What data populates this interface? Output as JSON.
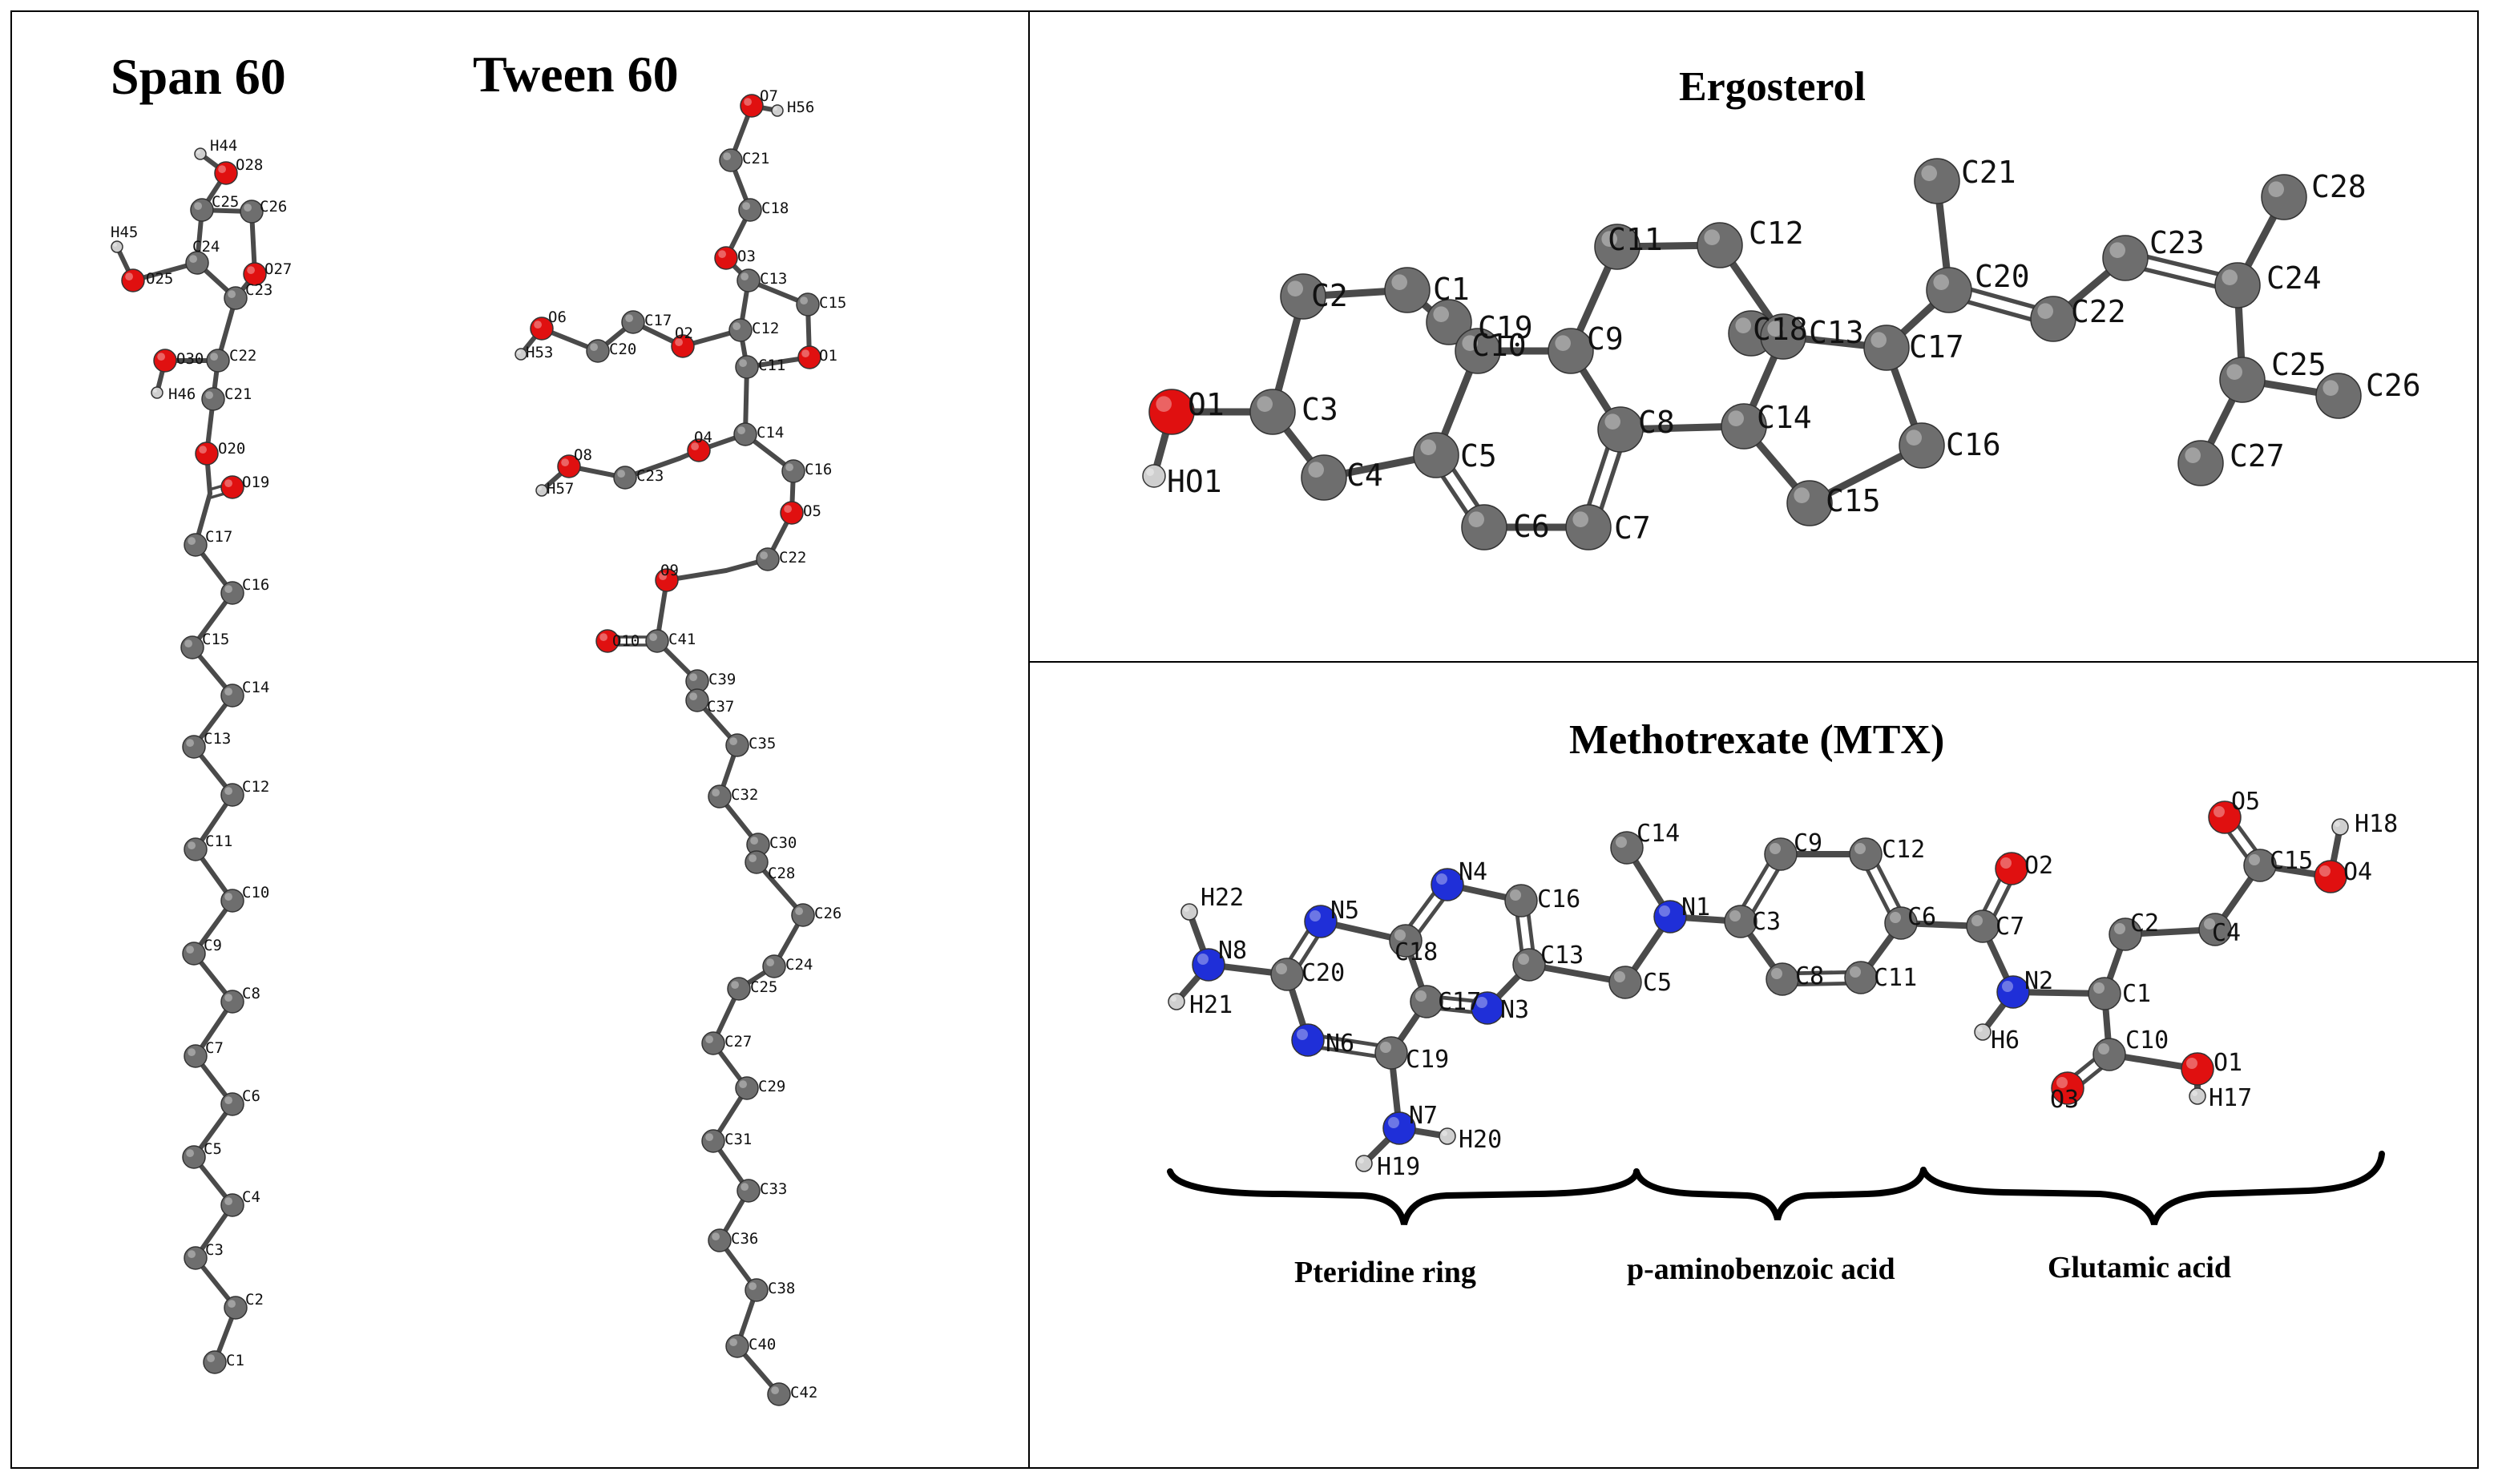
{
  "panels": {
    "span": {
      "title": "Span 60"
    },
    "tween": {
      "title": "Tween 60"
    },
    "ergosterol": {
      "title": "Ergosterol"
    },
    "mtx": {
      "title": "Methotrexate (MTX)"
    }
  },
  "colors": {
    "carbon": "#6e6e6e",
    "oxygen": "#e01010",
    "nitrogen": "#1f2fd8",
    "hydrogen": "#cfcfcf",
    "bond": "#4a4a4a",
    "border": "#000000"
  },
  "groups": {
    "pteridine": "Pteridine ring",
    "paba": "p-aminobenzoic acid",
    "glutamic": "Glutamic acid"
  },
  "span_labels": [
    "H44",
    "O28",
    "C25",
    "C26",
    "H45",
    "O25",
    "C24",
    "O27",
    "C23",
    "O30",
    "C22",
    "H46",
    "C21",
    "O20",
    "O19",
    "C17",
    "C16",
    "C15",
    "C14",
    "C13",
    "C12",
    "C11",
    "C10",
    "C9",
    "C8",
    "C7",
    "C6",
    "C5",
    "C4",
    "C3",
    "C2",
    "C1"
  ],
  "tween_labels": [
    "O7",
    "H56",
    "C21",
    "C18",
    "O3",
    "C13",
    "C15",
    "O6",
    "C17",
    "O2",
    "C12",
    "O1",
    "H53",
    "C20",
    "C11",
    "C14",
    "O8",
    "O4",
    "C16",
    "H57",
    "C23",
    "O5",
    "C22",
    "O9",
    "O10",
    "C41",
    "C39",
    "C37",
    "C35",
    "C32",
    "C30",
    "C28",
    "C26",
    "C24",
    "C25",
    "C27",
    "C29",
    "C31",
    "C33",
    "C36",
    "C38",
    "C40",
    "C42"
  ],
  "ergo_labels": [
    "C21",
    "C11",
    "C12",
    "C1",
    "C2",
    "C19",
    "C20",
    "C23",
    "C28",
    "C24",
    "C22",
    "C10",
    "C9",
    "C18",
    "C13",
    "C17",
    "O1",
    "C3",
    "C25",
    "C26",
    "HO1",
    "C8",
    "C14",
    "C5",
    "C4",
    "C16",
    "C27",
    "C6",
    "C7",
    "C15"
  ],
  "mtx_labels": [
    "O5",
    "H18",
    "C15",
    "O4",
    "C14",
    "O2",
    "H22",
    "N4",
    "C16",
    "C9",
    "C12",
    "N5",
    "C18",
    "N1",
    "C3",
    "C6",
    "C7",
    "C2",
    "C4",
    "N8",
    "C20",
    "C13",
    "C5",
    "C8",
    "C11",
    "N2",
    "C1",
    "H21",
    "C17",
    "N3",
    "H6",
    "N6",
    "C19",
    "C10",
    "O1",
    "O3",
    "H17",
    "N7",
    "H20",
    "H19"
  ]
}
